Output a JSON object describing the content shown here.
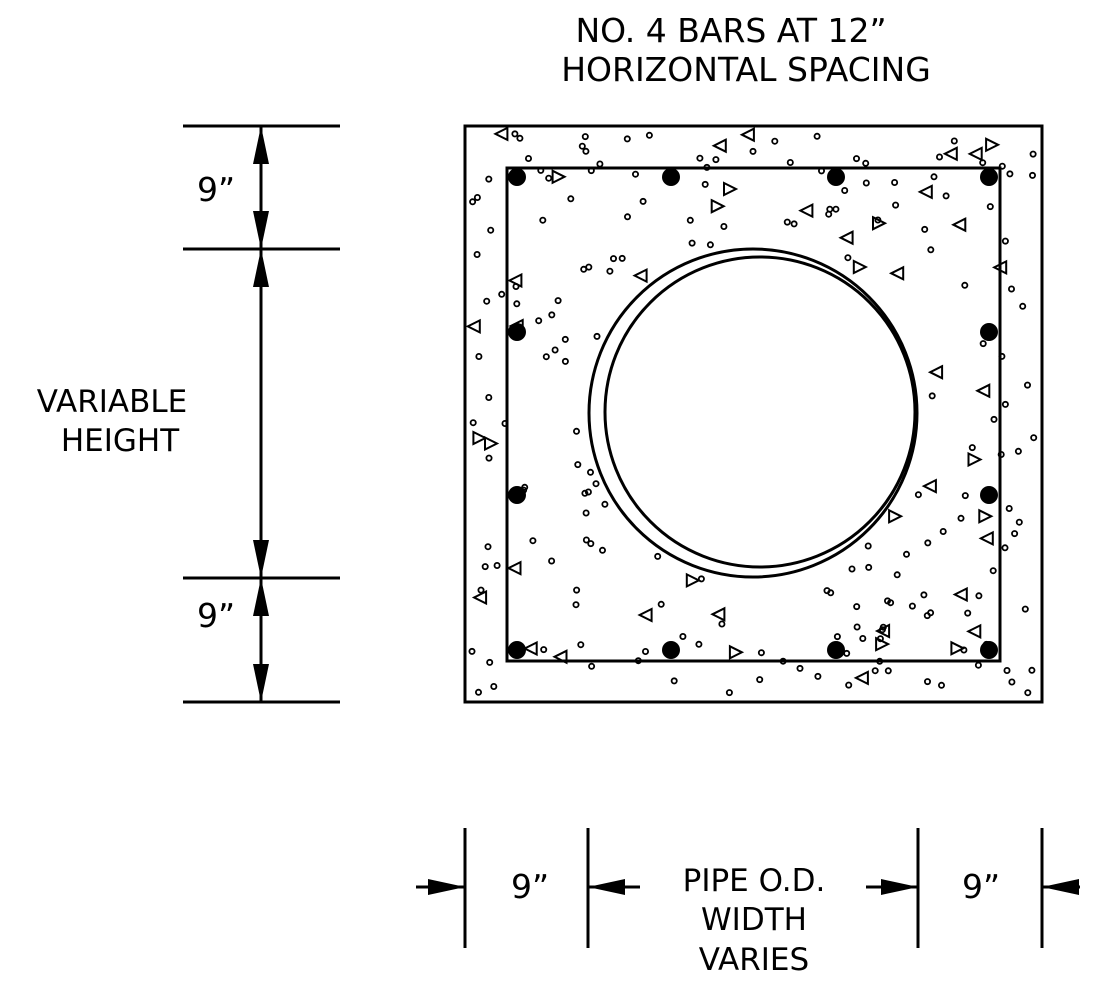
{
  "notes": {
    "top_line1": "NO. 4 BARS AT 12”",
    "top_line2": "HORIZONTAL SPACING"
  },
  "vertical_dims": {
    "top_cover": "9”",
    "height_line1": "VARIABLE",
    "height_line2": "HEIGHT",
    "bottom_cover": "9”"
  },
  "horizontal_dims": {
    "left_cover": "9”",
    "pipe_line1": "PIPE O.D.",
    "pipe_line2": "WIDTH",
    "pipe_line3": "VARIES",
    "right_cover": "9”"
  }
}
